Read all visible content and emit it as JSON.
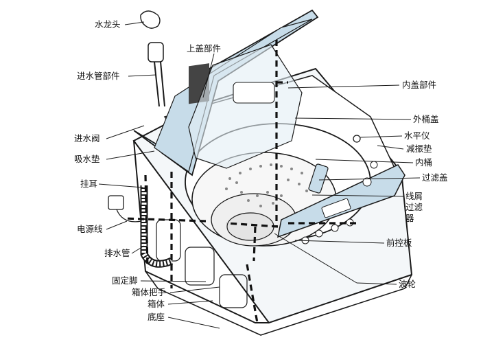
{
  "colors": {
    "line": "#1a1a1a",
    "panel": "#c7dce9",
    "panel_dark": "#8eb3c8",
    "body": "#f4f7f9"
  },
  "labels": {
    "faucet": "水龙头",
    "inlet_hose": "进水管部件",
    "inlet_valve": "进水阀",
    "suction_pad": "吸水垫",
    "hanger": "挂耳",
    "power_cord": "电源线",
    "drain_hose": "排水管",
    "fixed_foot": "固定脚",
    "cabinet_handle": "箱体把手",
    "cabinet": "箱体",
    "base": "底座",
    "top_cover": "上盖部件",
    "inner_lid": "内盖部件",
    "outer_tub_cover": "外桶盖",
    "level": "水平仪",
    "damper": "减振垫",
    "inner_tub": "内桶",
    "filter_cover": "过滤盖",
    "lint_filter": "线屑过滤器",
    "front_panel": "前控板",
    "pulsator": "波轮"
  }
}
